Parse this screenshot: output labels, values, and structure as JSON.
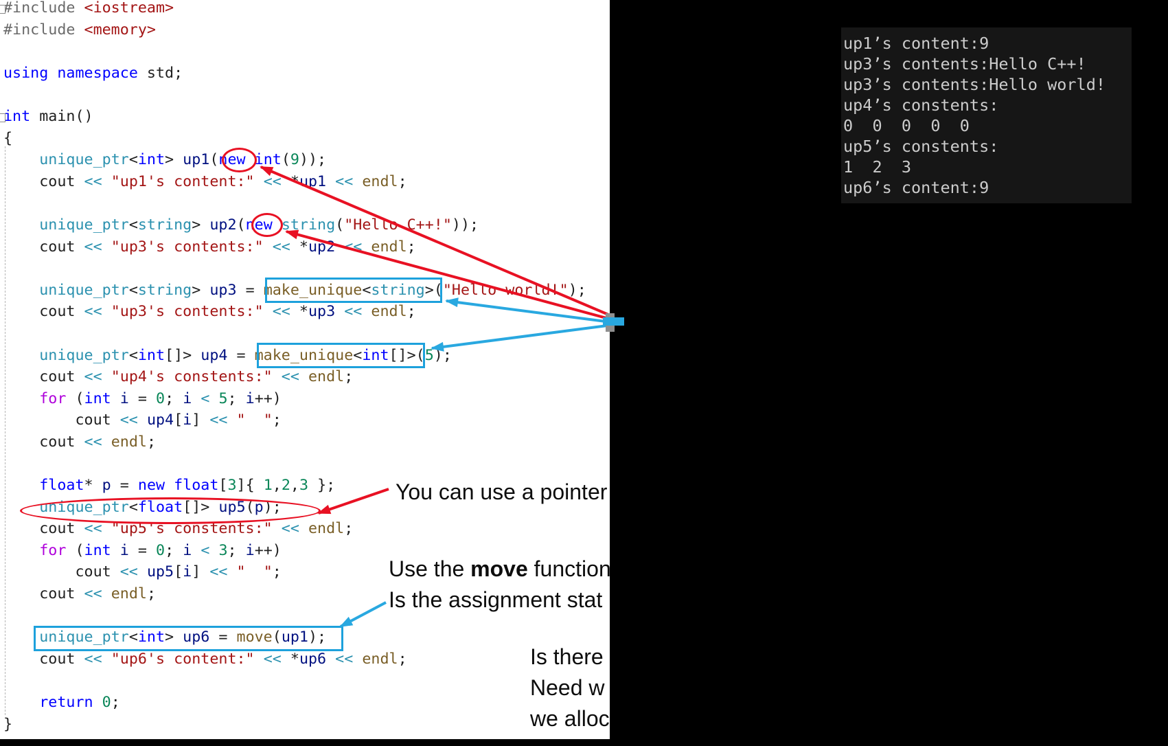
{
  "colors": {
    "accent_red": "#e81123",
    "accent_cyan": "#29a8e0",
    "box_cyan": "#1da1dc",
    "console_bg": "#161616",
    "console_text": "#cccccc",
    "keyword_blue": "#0000ff",
    "control_purple": "#af00db",
    "type_teal": "#2b91af",
    "string_red": "#a31515",
    "function_brown": "#795e26",
    "variable_navy": "#001080",
    "number_green": "#098658",
    "preprocessor_gray": "#6a6a6a"
  },
  "code": {
    "lines": [
      [
        [
          "pp",
          "#include "
        ],
        [
          "hdr",
          "<iostream>"
        ]
      ],
      [
        [
          "pp",
          "#include "
        ],
        [
          "hdr",
          "<memory>"
        ]
      ],
      [],
      [
        [
          "kw",
          "using"
        ],
        [
          "pl",
          " "
        ],
        [
          "kw",
          "namespace"
        ],
        [
          "pl",
          " std;"
        ]
      ],
      [],
      [
        [
          "kw",
          "int"
        ],
        [
          "pl",
          " main()"
        ]
      ],
      [
        [
          "pl",
          "{"
        ]
      ],
      [
        [
          "pl",
          "    "
        ],
        [
          "type",
          "unique_ptr"
        ],
        [
          "pl",
          "<"
        ],
        [
          "kw",
          "int"
        ],
        [
          "pl",
          "> "
        ],
        [
          "var",
          "up1"
        ],
        [
          "pl",
          "("
        ],
        [
          "kw",
          "new"
        ],
        [
          "pl",
          " "
        ],
        [
          "kw",
          "int"
        ],
        [
          "pl",
          "("
        ],
        [
          "num",
          "9"
        ],
        [
          "pl",
          "));"
        ]
      ],
      [
        [
          "pl",
          "    cout "
        ],
        [
          "op",
          "<<"
        ],
        [
          "pl",
          " "
        ],
        [
          "str",
          "\"up1's content:\""
        ],
        [
          "pl",
          " "
        ],
        [
          "op",
          "<<"
        ],
        [
          "pl",
          " *"
        ],
        [
          "var",
          "up1"
        ],
        [
          "pl",
          " "
        ],
        [
          "op",
          "<<"
        ],
        [
          "pl",
          " "
        ],
        [
          "fn",
          "endl"
        ],
        [
          "pl",
          ";"
        ]
      ],
      [],
      [
        [
          "pl",
          "    "
        ],
        [
          "type",
          "unique_ptr"
        ],
        [
          "pl",
          "<"
        ],
        [
          "type",
          "string"
        ],
        [
          "pl",
          "> "
        ],
        [
          "var",
          "up2"
        ],
        [
          "pl",
          "("
        ],
        [
          "kw",
          "new"
        ],
        [
          "pl",
          " "
        ],
        [
          "type",
          "string"
        ],
        [
          "pl",
          "("
        ],
        [
          "str",
          "\"Hello C++!\""
        ],
        [
          "pl",
          "));"
        ]
      ],
      [
        [
          "pl",
          "    cout "
        ],
        [
          "op",
          "<<"
        ],
        [
          "pl",
          " "
        ],
        [
          "str",
          "\"up3's contents:\""
        ],
        [
          "pl",
          " "
        ],
        [
          "op",
          "<<"
        ],
        [
          "pl",
          " *"
        ],
        [
          "var",
          "up2"
        ],
        [
          "pl",
          " "
        ],
        [
          "op",
          "<<"
        ],
        [
          "pl",
          " "
        ],
        [
          "fn",
          "endl"
        ],
        [
          "pl",
          ";"
        ]
      ],
      [],
      [
        [
          "pl",
          "    "
        ],
        [
          "type",
          "unique_ptr"
        ],
        [
          "pl",
          "<"
        ],
        [
          "type",
          "string"
        ],
        [
          "pl",
          "> "
        ],
        [
          "var",
          "up3"
        ],
        [
          "pl",
          " = "
        ],
        [
          "fn",
          "make_unique"
        ],
        [
          "pl",
          "<"
        ],
        [
          "type",
          "string"
        ],
        [
          "pl",
          ">("
        ],
        [
          "str",
          "\"Hello world!\""
        ],
        [
          "pl",
          ");"
        ]
      ],
      [
        [
          "pl",
          "    cout "
        ],
        [
          "op",
          "<<"
        ],
        [
          "pl",
          " "
        ],
        [
          "str",
          "\"up3's contents:\""
        ],
        [
          "pl",
          " "
        ],
        [
          "op",
          "<<"
        ],
        [
          "pl",
          " *"
        ],
        [
          "var",
          "up3"
        ],
        [
          "pl",
          " "
        ],
        [
          "op",
          "<<"
        ],
        [
          "pl",
          " "
        ],
        [
          "fn",
          "endl"
        ],
        [
          "pl",
          ";"
        ]
      ],
      [],
      [
        [
          "pl",
          "    "
        ],
        [
          "type",
          "unique_ptr"
        ],
        [
          "pl",
          "<"
        ],
        [
          "kw",
          "int"
        ],
        [
          "pl",
          "[]> "
        ],
        [
          "var",
          "up4"
        ],
        [
          "pl",
          " = "
        ],
        [
          "fn",
          "make_unique"
        ],
        [
          "pl",
          "<"
        ],
        [
          "kw",
          "int"
        ],
        [
          "pl",
          "[]>("
        ],
        [
          "num",
          "5"
        ],
        [
          "pl",
          ");"
        ]
      ],
      [
        [
          "pl",
          "    cout "
        ],
        [
          "op",
          "<<"
        ],
        [
          "pl",
          " "
        ],
        [
          "str",
          "\"up4's constents:\""
        ],
        [
          "pl",
          " "
        ],
        [
          "op",
          "<<"
        ],
        [
          "pl",
          " "
        ],
        [
          "fn",
          "endl"
        ],
        [
          "pl",
          ";"
        ]
      ],
      [
        [
          "pl",
          "    "
        ],
        [
          "ctrl",
          "for"
        ],
        [
          "pl",
          " ("
        ],
        [
          "kw",
          "int"
        ],
        [
          "pl",
          " "
        ],
        [
          "var",
          "i"
        ],
        [
          "pl",
          " = "
        ],
        [
          "num",
          "0"
        ],
        [
          "pl",
          "; "
        ],
        [
          "var",
          "i"
        ],
        [
          "pl",
          " "
        ],
        [
          "op",
          "<"
        ],
        [
          "pl",
          " "
        ],
        [
          "num",
          "5"
        ],
        [
          "pl",
          "; "
        ],
        [
          "var",
          "i"
        ],
        [
          "pl",
          "++)"
        ]
      ],
      [
        [
          "pl",
          "        cout "
        ],
        [
          "op",
          "<<"
        ],
        [
          "pl",
          " "
        ],
        [
          "var",
          "up4"
        ],
        [
          "pl",
          "["
        ],
        [
          "var",
          "i"
        ],
        [
          "pl",
          "] "
        ],
        [
          "op",
          "<<"
        ],
        [
          "pl",
          " "
        ],
        [
          "str",
          "\"  \""
        ],
        [
          "pl",
          ";"
        ]
      ],
      [
        [
          "pl",
          "    cout "
        ],
        [
          "op",
          "<<"
        ],
        [
          "pl",
          " "
        ],
        [
          "fn",
          "endl"
        ],
        [
          "pl",
          ";"
        ]
      ],
      [],
      [
        [
          "pl",
          "    "
        ],
        [
          "kw",
          "float"
        ],
        [
          "pl",
          "* "
        ],
        [
          "var",
          "p"
        ],
        [
          "pl",
          " = "
        ],
        [
          "kw",
          "new"
        ],
        [
          "pl",
          " "
        ],
        [
          "kw",
          "float"
        ],
        [
          "pl",
          "["
        ],
        [
          "num",
          "3"
        ],
        [
          "pl",
          "]{ "
        ],
        [
          "num",
          "1"
        ],
        [
          "pl",
          ","
        ],
        [
          "num",
          "2"
        ],
        [
          "pl",
          ","
        ],
        [
          "num",
          "3"
        ],
        [
          "pl",
          " };"
        ]
      ],
      [
        [
          "pl",
          "    "
        ],
        [
          "type",
          "unique_ptr"
        ],
        [
          "pl",
          "<"
        ],
        [
          "kw",
          "float"
        ],
        [
          "pl",
          "[]> "
        ],
        [
          "var",
          "up5"
        ],
        [
          "pl",
          "("
        ],
        [
          "var",
          "p"
        ],
        [
          "pl",
          ");"
        ]
      ],
      [
        [
          "pl",
          "    cout "
        ],
        [
          "op",
          "<<"
        ],
        [
          "pl",
          " "
        ],
        [
          "str",
          "\"up5's constents:\""
        ],
        [
          "pl",
          " "
        ],
        [
          "op",
          "<<"
        ],
        [
          "pl",
          " "
        ],
        [
          "fn",
          "endl"
        ],
        [
          "pl",
          ";"
        ]
      ],
      [
        [
          "pl",
          "    "
        ],
        [
          "ctrl",
          "for"
        ],
        [
          "pl",
          " ("
        ],
        [
          "kw",
          "int"
        ],
        [
          "pl",
          " "
        ],
        [
          "var",
          "i"
        ],
        [
          "pl",
          " = "
        ],
        [
          "num",
          "0"
        ],
        [
          "pl",
          "; "
        ],
        [
          "var",
          "i"
        ],
        [
          "pl",
          " "
        ],
        [
          "op",
          "<"
        ],
        [
          "pl",
          " "
        ],
        [
          "num",
          "3"
        ],
        [
          "pl",
          "; "
        ],
        [
          "var",
          "i"
        ],
        [
          "pl",
          "++)"
        ]
      ],
      [
        [
          "pl",
          "        cout "
        ],
        [
          "op",
          "<<"
        ],
        [
          "pl",
          " "
        ],
        [
          "var",
          "up5"
        ],
        [
          "pl",
          "["
        ],
        [
          "var",
          "i"
        ],
        [
          "pl",
          "] "
        ],
        [
          "op",
          "<<"
        ],
        [
          "pl",
          " "
        ],
        [
          "str",
          "\"  \""
        ],
        [
          "pl",
          ";"
        ]
      ],
      [
        [
          "pl",
          "    cout "
        ],
        [
          "op",
          "<<"
        ],
        [
          "pl",
          " "
        ],
        [
          "fn",
          "endl"
        ],
        [
          "pl",
          ";"
        ]
      ],
      [],
      [
        [
          "pl",
          "    "
        ],
        [
          "type",
          "unique_ptr"
        ],
        [
          "pl",
          "<"
        ],
        [
          "kw",
          "int"
        ],
        [
          "pl",
          "> "
        ],
        [
          "var",
          "up6"
        ],
        [
          "pl",
          " = "
        ],
        [
          "fn",
          "move"
        ],
        [
          "pl",
          "("
        ],
        [
          "var",
          "up1"
        ],
        [
          "pl",
          ");"
        ]
      ],
      [
        [
          "pl",
          "    cout "
        ],
        [
          "op",
          "<<"
        ],
        [
          "pl",
          " "
        ],
        [
          "str",
          "\"up6's content:\""
        ],
        [
          "pl",
          " "
        ],
        [
          "op",
          "<<"
        ],
        [
          "pl",
          " *"
        ],
        [
          "var",
          "up6"
        ],
        [
          "pl",
          " "
        ],
        [
          "op",
          "<<"
        ],
        [
          "pl",
          " "
        ],
        [
          "fn",
          "endl"
        ],
        [
          "pl",
          ";"
        ]
      ],
      [],
      [
        [
          "pl",
          "    "
        ],
        [
          "kw",
          "return"
        ],
        [
          "pl",
          " "
        ],
        [
          "num",
          "0"
        ],
        [
          "pl",
          ";"
        ]
      ],
      [
        [
          "pl",
          "}"
        ]
      ]
    ]
  },
  "console": {
    "lines": [
      "up1’s content:9",
      "up3’s contents:Hello C++!",
      "up3’s contents:Hello world!",
      "up4’s constents:",
      "0  0  0  0  0",
      "up5’s constents:",
      "1  2  3",
      "up6’s content:9"
    ]
  },
  "annotations": {
    "note_pointer": "You can use a pointer",
    "note_move_pre": "Use the ",
    "note_move_bold": "move",
    "note_move_post": " function",
    "note_assignment": "Is the assignment stat",
    "note_is_there": "Is there",
    "note_need": "Need w",
    "note_we_alloc": "we alloc"
  }
}
